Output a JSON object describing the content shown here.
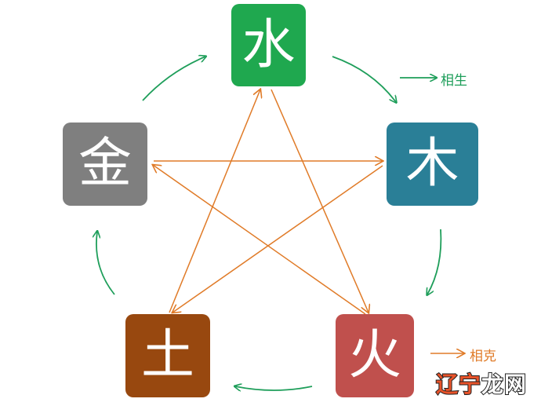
{
  "elements": {
    "water": {
      "label": "水",
      "color": "#1fa84f"
    },
    "wood": {
      "label": "木",
      "color": "#2a7f97"
    },
    "fire": {
      "label": "火",
      "color": "#c0504d"
    },
    "earth": {
      "label": "土",
      "color": "#98480f"
    },
    "metal": {
      "label": "金",
      "color": "#7f7f7f"
    }
  },
  "legend": {
    "generating": {
      "label": "相生",
      "color": "#1e9e5a"
    },
    "overcoming": {
      "label": "相克",
      "color": "#e07b28"
    }
  },
  "watermark": {
    "part1": "辽宁",
    "part2": "龙网"
  }
}
